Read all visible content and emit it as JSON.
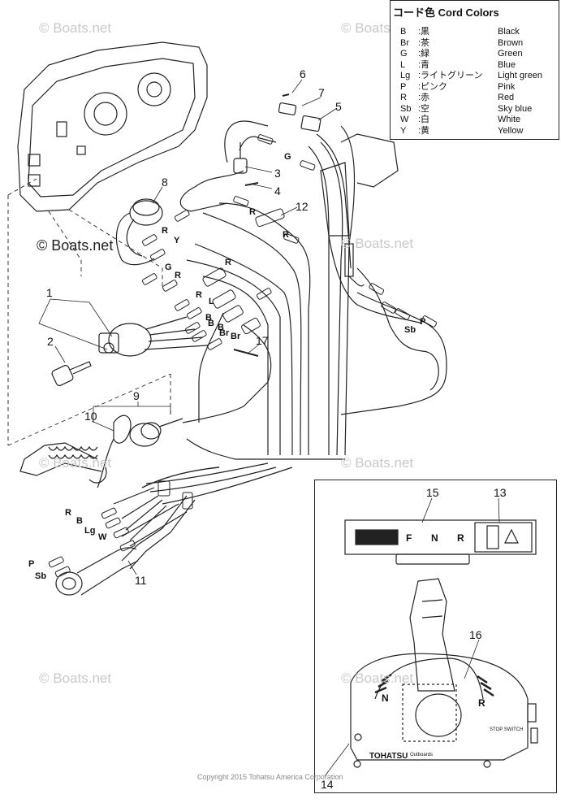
{
  "legend": {
    "title": "コード色 Cord Colors",
    "rows": [
      {
        "code": "B",
        "jp": ":黒",
        "en": "Black"
      },
      {
        "code": "Br",
        "jp": ":茶",
        "en": "Brown"
      },
      {
        "code": "G",
        "jp": ":緑",
        "en": "Green"
      },
      {
        "code": "L",
        "jp": ":青",
        "en": "Blue"
      },
      {
        "code": "Lg",
        "jp": ":ライトグリーン",
        "en": "Light green"
      },
      {
        "code": "P",
        "jp": ":ピンク",
        "en": "Pink"
      },
      {
        "code": "R",
        "jp": ":赤",
        "en": "Red"
      },
      {
        "code": "Sb",
        "jp": ":空",
        "en": "Sky blue"
      },
      {
        "code": "W",
        "jp": ":白",
        "en": "White"
      },
      {
        "code": "Y",
        "jp": ":黄",
        "en": "Yellow"
      }
    ]
  },
  "callouts": {
    "c1": "1",
    "c2": "2",
    "c3": "3",
    "c4": "4",
    "c5": "5",
    "c6": "6",
    "c7": "7",
    "c8": "8",
    "c9": "9",
    "c10": "10",
    "c11": "11",
    "c12": "12",
    "c13": "13",
    "c14": "14",
    "c15": "15",
    "c16": "16",
    "c17": "17"
  },
  "wire_labels": {
    "g_top": "G",
    "r_top": "R",
    "r_mid": "R",
    "y": "Y",
    "g_left": "G",
    "r_left": "R",
    "r_sw": "R",
    "l": "L",
    "b1": "B",
    "b2": "B",
    "b3": "B",
    "br1": "Br",
    "br2": "Br",
    "p_right": "P",
    "sb_right": "Sb",
    "r_bottom": "R",
    "b_bottom": "B",
    "lg_bottom": "Lg",
    "w_bottom": "W",
    "p_bottom": "P",
    "sb_bottom": "Sb"
  },
  "inset_labels": {
    "gear_f": "F",
    "gear_n": "N",
    "gear_r": "R",
    "lever_n": "N",
    "lever_r": "R",
    "stop_switch": "STOP SWITCH",
    "brand": "TOHATSU",
    "brand_sub": "Outboards"
  },
  "watermarks": {
    "main": "© Boats.net",
    "faint": "© Boats.net"
  },
  "copyright": "Copyright 2015 Tohatsu America Corporation"
}
